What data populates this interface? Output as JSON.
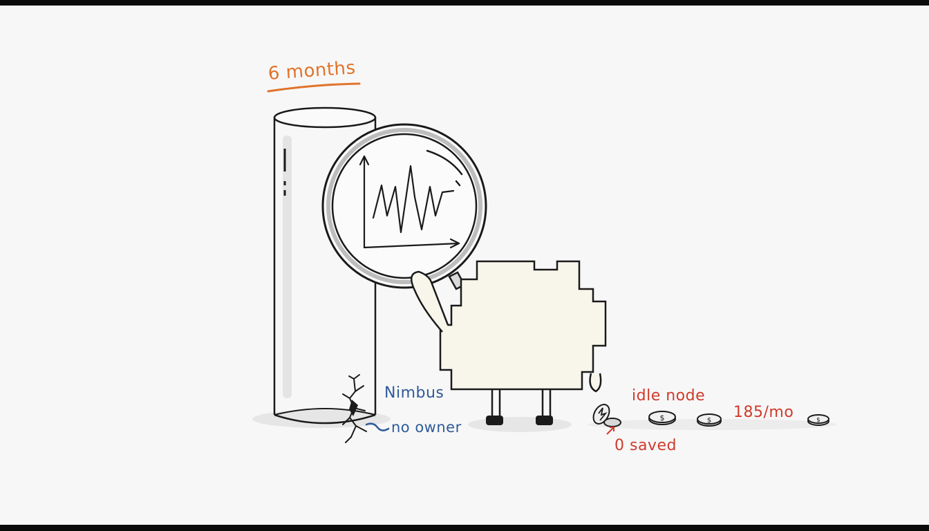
{
  "labels": {
    "months": "6 months",
    "nimbus": "Nimbus",
    "no_owner": "no owner",
    "idle_node": "idle node",
    "cost": "185/mo",
    "saved": "0 saved"
  },
  "colors": {
    "background": "#f7f7f7",
    "ink": "#1a1a1a",
    "orange": "#e0742a",
    "blue": "#2f5a9a",
    "red": "#cf3b2b",
    "creature_fill": "#f8f5ea",
    "shadow": "#e6e6e6"
  },
  "icons": [
    "glass-cylinder",
    "magnifying-glass",
    "line-graph",
    "pixel-cloud-creature",
    "crack",
    "coin"
  ]
}
